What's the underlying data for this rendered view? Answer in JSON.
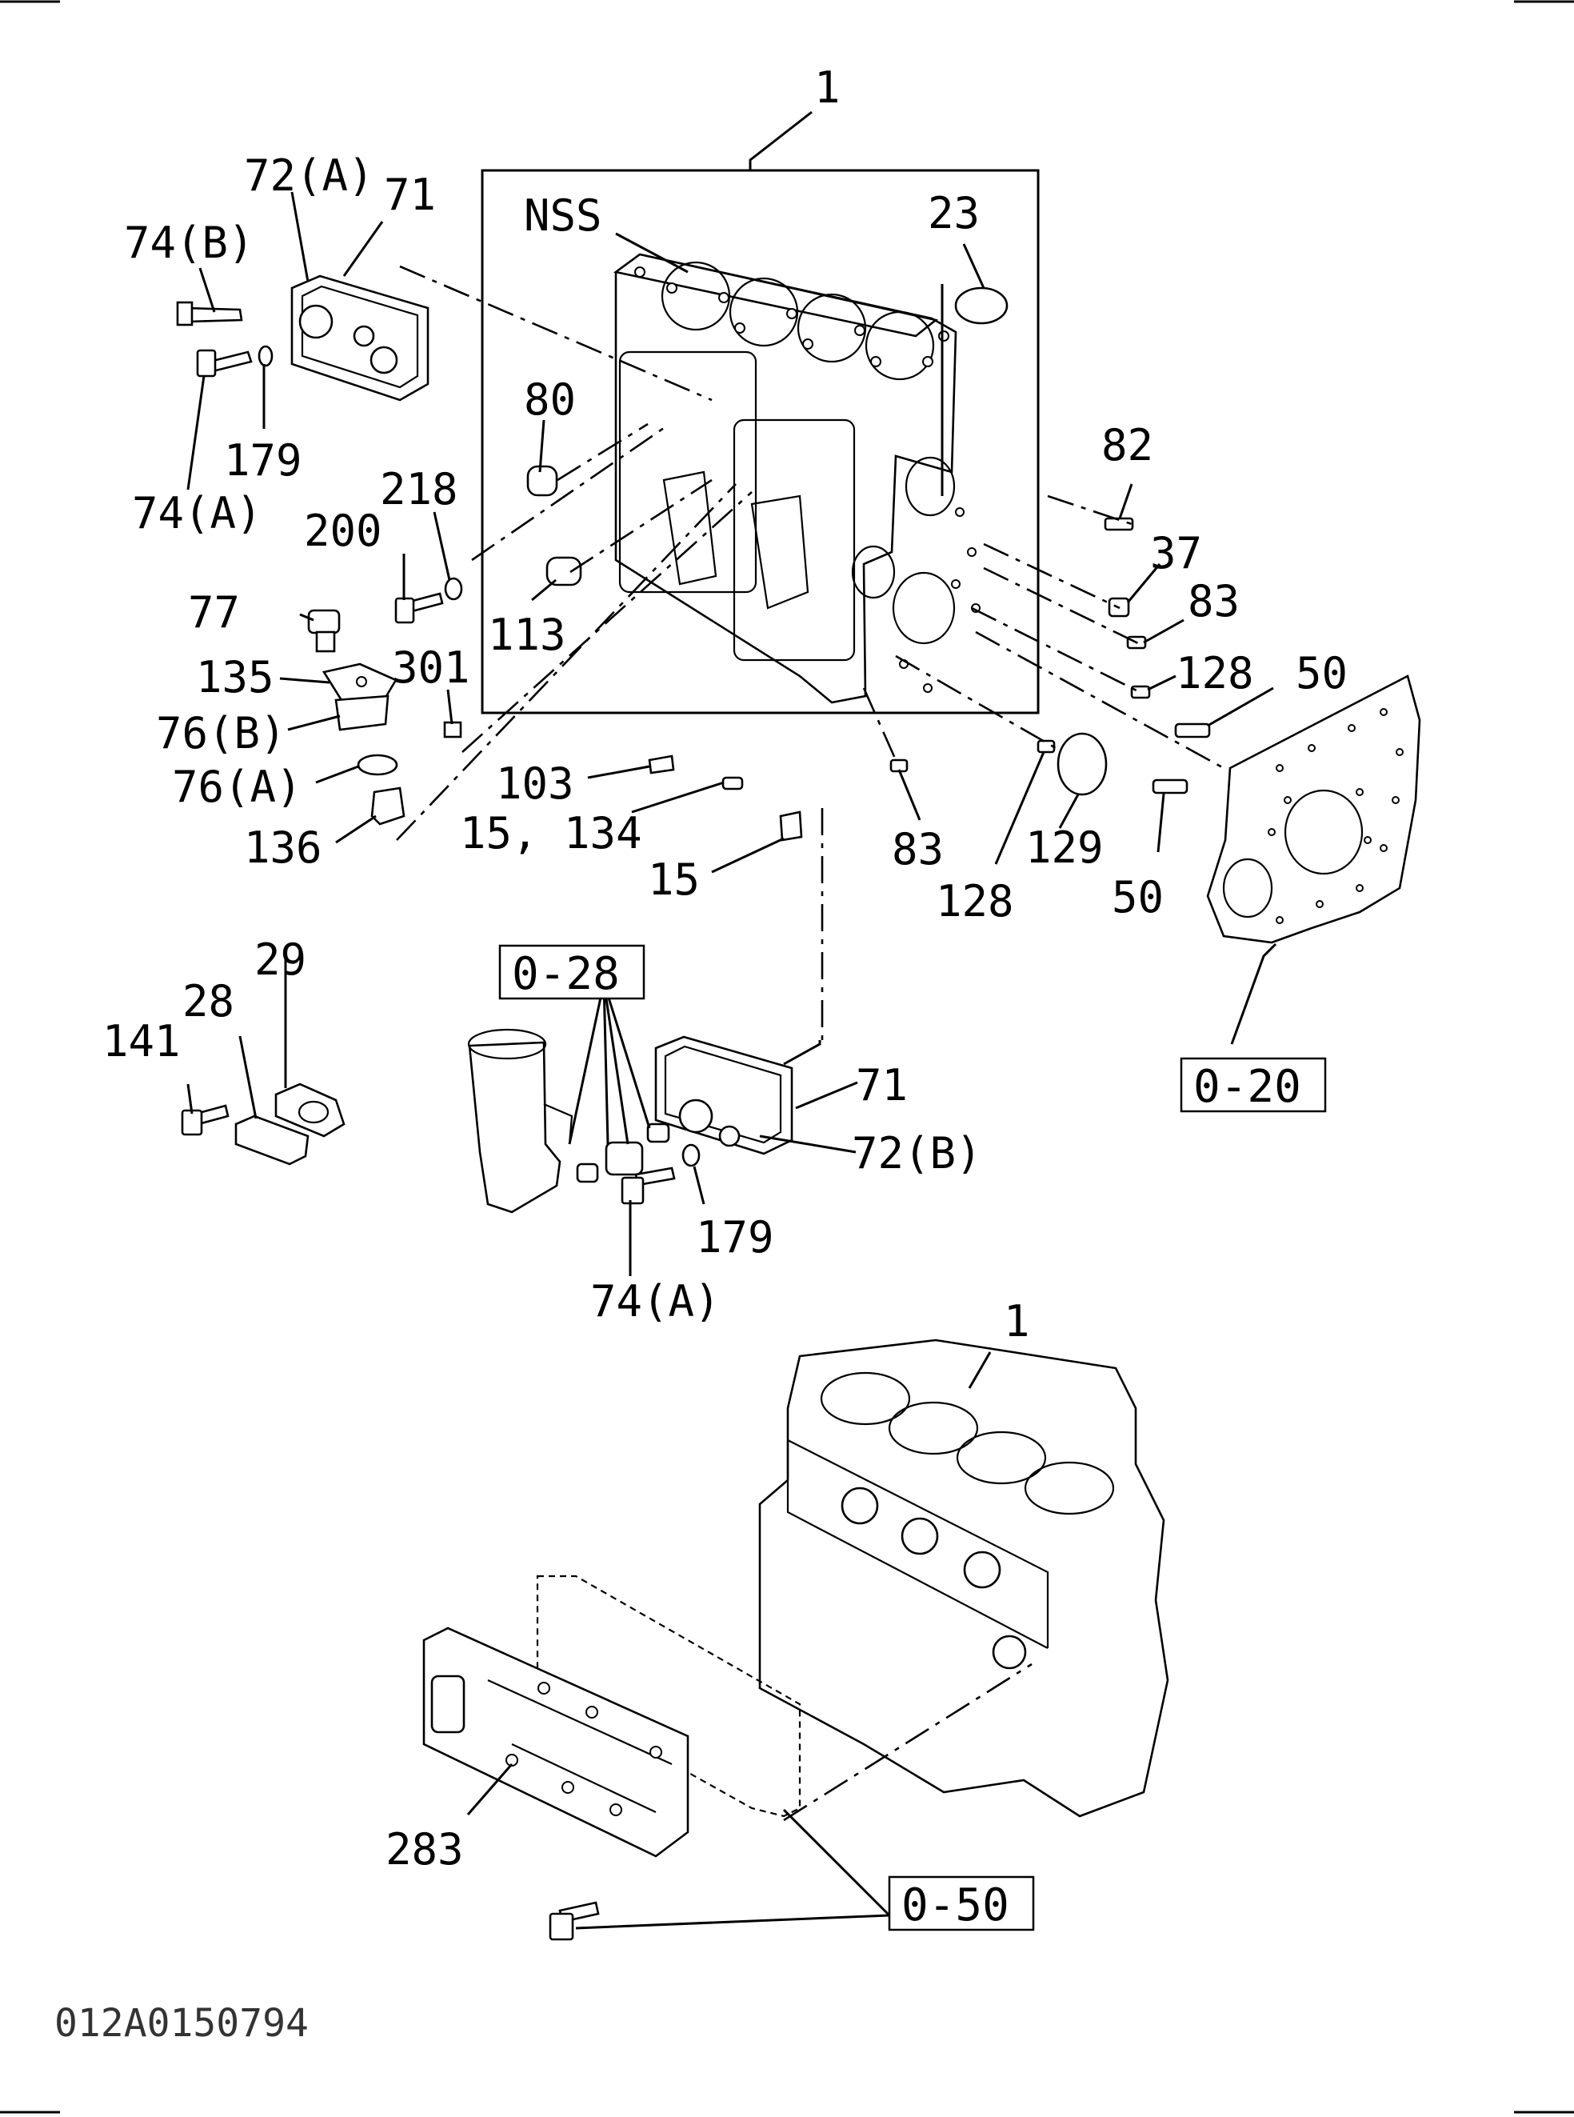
{
  "callouts": {
    "c1": "1",
    "nss": "NSS",
    "c23": "23",
    "c72a": "72(A)",
    "c71": "71",
    "c74b": "74(B)",
    "c179": "179",
    "c74a": "74(A)",
    "c80": "80",
    "c218": "218",
    "c200": "200",
    "c113": "113",
    "c77": "77",
    "c135": "135",
    "c301": "301",
    "c76b": "76(B)",
    "c76a": "76(A)",
    "c136": "136",
    "c103": "103",
    "c15_134": "15, 134",
    "c15": "15",
    "c82": "82",
    "c37": "37",
    "c83": "83",
    "c128": "128",
    "c50": "50",
    "c83b": "83",
    "c128b": "128",
    "c129": "129",
    "c50b": "50",
    "c29": "29",
    "c28": "28",
    "c141": "141",
    "c71b": "71",
    "c72b": "72(B)",
    "c179b": "179",
    "c74a2": "74(A)",
    "c1b": "1",
    "c283": "283"
  },
  "references": {
    "r028": "0-28",
    "r020": "0-20",
    "r050": "0-50"
  },
  "drawing_code": "012A0150794"
}
